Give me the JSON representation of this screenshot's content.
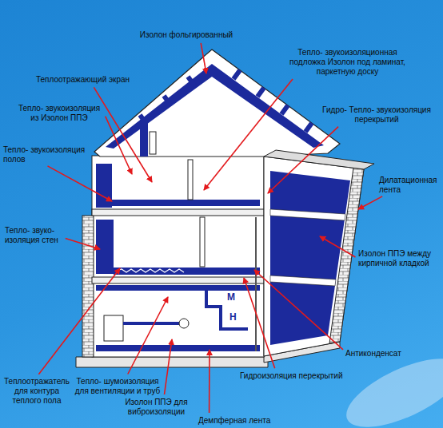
{
  "diagram": {
    "labels": [
      "Изолон фольгированный",
      "Тепло- звукоизоляционная подложка Изолон под ламинат, паркетную доску",
      "Теплоотражающий экран",
      "Тепло- звукоизоляция из Изолон ППЭ",
      "Гидро- Тепло- звукоизоляция перекрытий",
      "Тепло- звукоизоляция полов",
      "Дилатационная лента",
      "Тепло- звуко- изоляция стен",
      "Изолон ППЭ между кирпичной кладкой",
      "Антиконденсат",
      "Теплоотражатель для контура теплого пола",
      "Тепло- шумоизоляция для вентиляции и труб",
      "Гидроизоляция перекрытий",
      "Изолон ППЭ для виброизоляции",
      "Демпферная лента",
      "М",
      "Н"
    ]
  }
}
